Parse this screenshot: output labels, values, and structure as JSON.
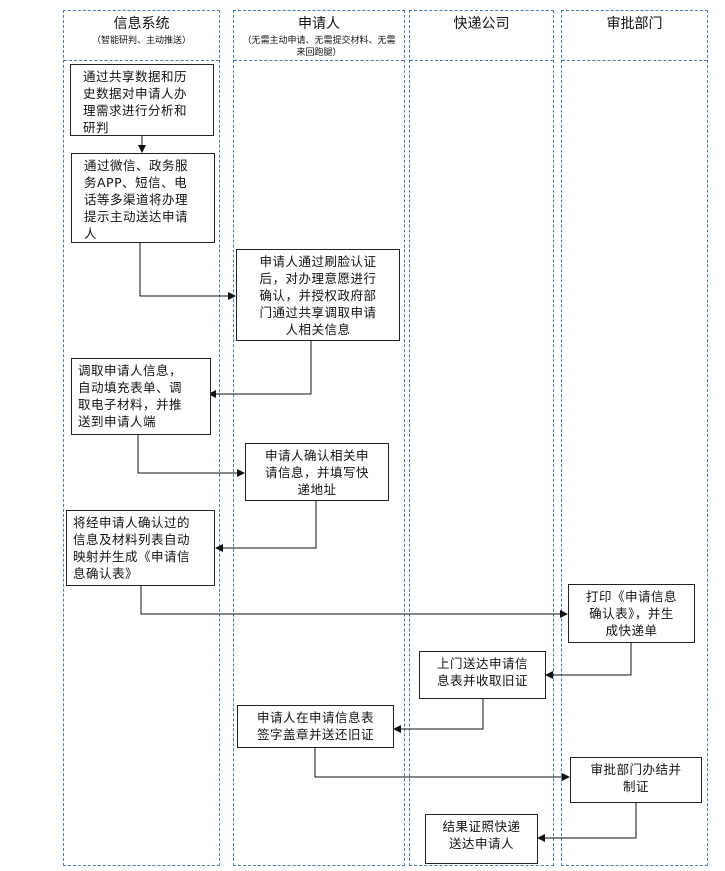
{
  "lanes": [
    {
      "title": "信息系统",
      "subtitle": "（智能研判、主动推送）"
    },
    {
      "title": "申请人",
      "subtitle": "（无需主动申请、无需提交材料、无需来回跑腿）"
    },
    {
      "title": "快递公司",
      "subtitle": ""
    },
    {
      "title": "审批部门",
      "subtitle": ""
    }
  ],
  "steps": [
    "通过共享数据和历\n史数据对申请人办\n理需求进行分析和\n研判",
    "通过微信、政务服\n务APP、短信、电\n话等多渠道将办理\n提示主动送达申请\n人",
    "申请人通过刷脸认证\n后，对办理意愿进行\n确认，并授权政府部\n门通过共享调取申请\n人相关信息",
    "调取申请人信息，\n自动填充表单、调\n取电子材料，并推\n送到申请人端",
    "申请人确认相关申\n请信息，并填写快\n递地址",
    "将经申请人确认过的\n信息及材料列表自动\n映射并生成《申请信\n息确认表》",
    "打印《申请信息\n确认表》，并生\n成快递单",
    "上门送达申请信\n息表并收取旧证",
    "申请人在申请信息表\n签字盖章并送还旧证",
    "审批部门办结并\n制证",
    "结果证照快递\n送达申请人"
  ]
}
